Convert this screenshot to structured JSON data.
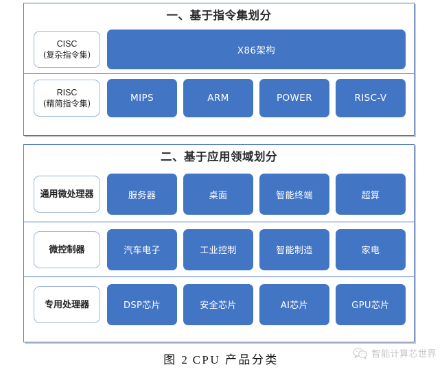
{
  "figure": {
    "caption_prefix": "图",
    "caption_number": "2",
    "caption_text": "CPU 产品分类",
    "accent_blue": "#4375C5",
    "panel_border": "#4874C8",
    "label_border": "#9DB4DE"
  },
  "sections": [
    {
      "id": "section-1",
      "title": "一、基于指令集划分",
      "rows": [
        {
          "label_line1": "CISC",
          "label_line2": "(复杂指令集)",
          "items": [
            "X86架构"
          ],
          "wide": true
        },
        {
          "label_line1": "RISC",
          "label_line2": "(精简指令集)",
          "items": [
            "MIPS",
            "ARM",
            "POWER",
            "RISC-V"
          ],
          "wide": false
        }
      ]
    },
    {
      "id": "section-2",
      "title": "二、基于应用领域划分",
      "rows": [
        {
          "label_line1": "通用微处理器",
          "label_line2": "",
          "items": [
            "服务器",
            "桌面",
            "智能终端",
            "超算"
          ],
          "wide": false
        },
        {
          "label_line1": "微控制器",
          "label_line2": "",
          "items": [
            "汽车电子",
            "工业控制",
            "智能制造",
            "家电"
          ],
          "wide": false
        },
        {
          "label_line1": "专用处理器",
          "label_line2": "",
          "items": [
            "DSP芯片",
            "安全芯片",
            "AI芯片",
            "GPU芯片"
          ],
          "wide": false
        }
      ]
    }
  ],
  "watermark": {
    "icon": "wechat-logo-icon",
    "text": "智能计算芯世界"
  }
}
